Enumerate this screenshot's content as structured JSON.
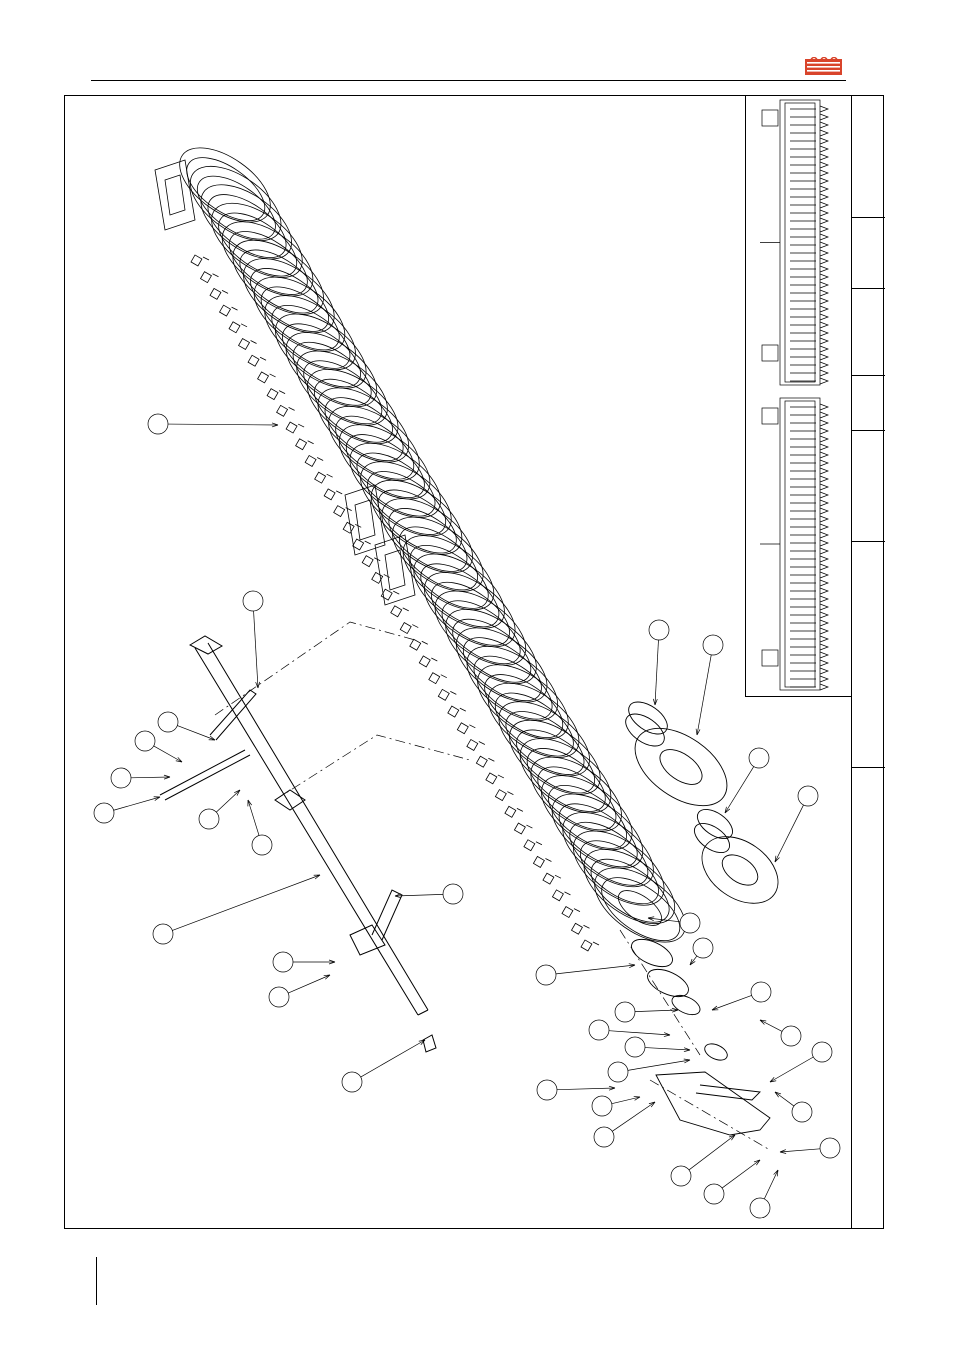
{
  "header": {
    "logo": {
      "colors": {
        "main": "#d9442b",
        "stripe": "#ffffff"
      }
    }
  },
  "drawing": {
    "type": "exploded-parts-view",
    "line_color": "#000000",
    "callout_count": 38,
    "title_block": {
      "position": "right edge"
    },
    "inset": {
      "description_icon": "overview-roller-plan",
      "position": "top-right"
    }
  }
}
